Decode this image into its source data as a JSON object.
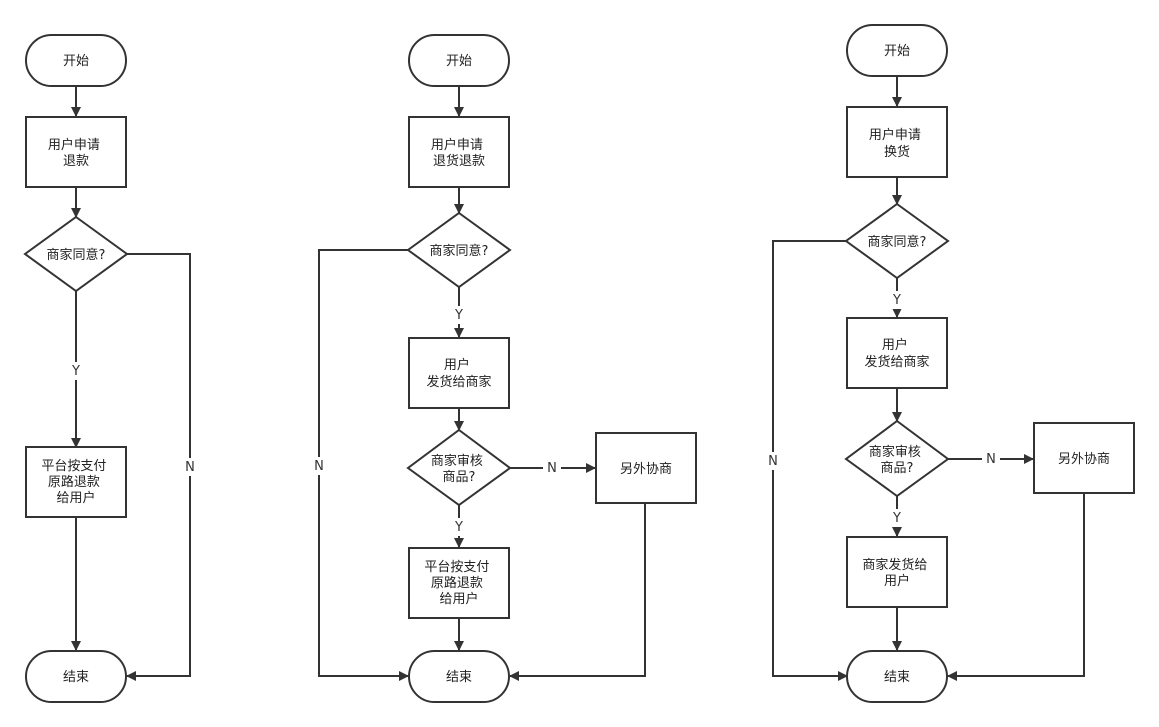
{
  "colors": {
    "stroke": "#333333",
    "text": "#222222",
    "background": "#ffffff"
  },
  "flows": [
    {
      "name": "refund",
      "nodes": {
        "start": "开始",
        "apply": [
          "用户申请",
          "退款"
        ],
        "merchant_agree": "商家同意?",
        "platform_refund": [
          "平台按支付",
          "原路退款",
          "给用户"
        ],
        "end": "结束"
      },
      "edges": {
        "agree_yes": "Y",
        "agree_no": "N"
      }
    },
    {
      "name": "return-refund",
      "nodes": {
        "start": "开始",
        "apply": [
          "用户申请",
          "退货退款"
        ],
        "merchant_agree": "商家同意?",
        "user_ship": [
          "用户",
          "发货给商家"
        ],
        "merchant_review": [
          "商家审核",
          "商品?"
        ],
        "negotiate": "另外协商",
        "platform_refund": [
          "平台按支付",
          "原路退款",
          "给用户"
        ],
        "end": "结束"
      },
      "edges": {
        "agree_yes": "Y",
        "agree_no": "N",
        "review_yes": "Y",
        "review_no": "N"
      }
    },
    {
      "name": "exchange",
      "nodes": {
        "start": "开始",
        "apply": [
          "用户申请",
          "换货"
        ],
        "merchant_agree": "商家同意?",
        "user_ship": [
          "用户",
          "发货给商家"
        ],
        "merchant_review": [
          "商家审核",
          "商品?"
        ],
        "negotiate": "另外协商",
        "merchant_ship": [
          "商家发货给",
          "用户"
        ],
        "end": "结束"
      },
      "edges": {
        "agree_yes": "Y",
        "agree_no": "N",
        "review_yes": "Y",
        "review_no": "N"
      }
    }
  ]
}
